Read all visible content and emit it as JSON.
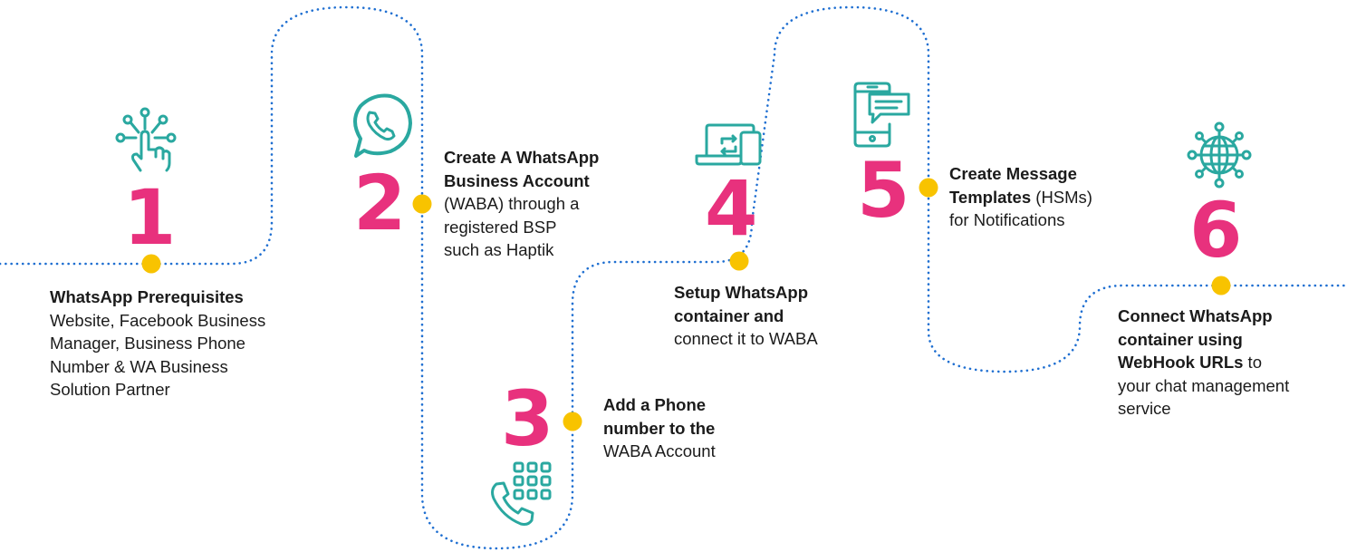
{
  "colors": {
    "path": "#1f6fd1",
    "dot": "#f8c300",
    "number": "#e8317d",
    "icon": "#2aa8a0",
    "text": "#1b1b1b"
  },
  "steps": [
    {
      "number": "1",
      "icon": "touch-network-icon",
      "lines": [
        {
          "bold": "WhatsApp Prerequisites",
          "normal": ""
        },
        {
          "bold": "",
          "normal": "Website, Facebook Business"
        },
        {
          "bold": "",
          "normal": "Manager, Business Phone"
        },
        {
          "bold": "",
          "normal": "Number & WA Business"
        },
        {
          "bold": "",
          "normal": "Solution Partner"
        }
      ]
    },
    {
      "number": "2",
      "icon": "whatsapp-icon",
      "lines": [
        {
          "bold": "Create A WhatsApp",
          "normal": ""
        },
        {
          "bold": "Business Account",
          "normal": ""
        },
        {
          "bold": "",
          "normal": "(WABA) through a"
        },
        {
          "bold": "",
          "normal": "registered BSP"
        },
        {
          "bold": "",
          "normal": "such as Haptik"
        }
      ]
    },
    {
      "number": "3",
      "icon": "phone-keypad-icon",
      "lines": [
        {
          "bold": "Add a Phone",
          "normal": ""
        },
        {
          "bold": "number",
          "normal": " to the"
        },
        {
          "bold": "",
          "normal": "WABA Account"
        }
      ]
    },
    {
      "number": "4",
      "icon": "laptop-sync-icon",
      "lines": [
        {
          "bold": "Setup WhatsApp",
          "normal": ""
        },
        {
          "bold": "container",
          "normal": " and"
        },
        {
          "bold": "",
          "normal": "connect it to WABA"
        }
      ]
    },
    {
      "number": "5",
      "icon": "mobile-chat-icon",
      "lines": [
        {
          "bold": "Create Message",
          "normal": ""
        },
        {
          "bold": "Templates",
          "normal": " (HSMs)"
        },
        {
          "bold": "",
          "normal": "for Notifications"
        }
      ]
    },
    {
      "number": "6",
      "icon": "globe-network-icon",
      "lines": [
        {
          "bold": "Connect WhatsApp",
          "normal": ""
        },
        {
          "bold": "container using",
          "normal": ""
        },
        {
          "bold": "WebHook URLs",
          "normal": " to"
        },
        {
          "bold": "",
          "normal": "your chat management"
        },
        {
          "bold": "",
          "normal": "service"
        }
      ]
    }
  ]
}
